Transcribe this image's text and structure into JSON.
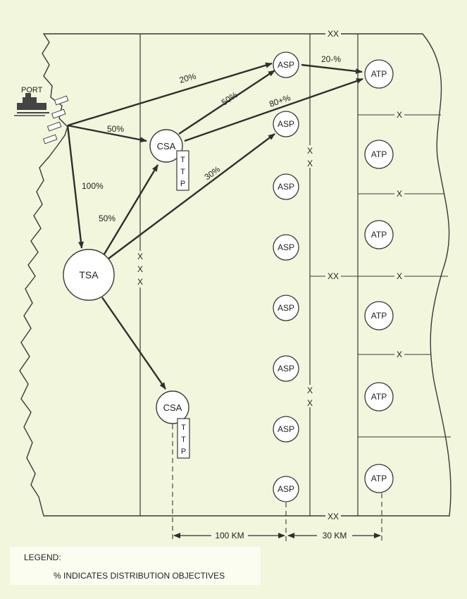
{
  "labels": {
    "port": "PORT",
    "tsa": "TSA",
    "csa": "CSA",
    "asp": "ASP",
    "atp": "ATP",
    "ttp_letters": [
      "T",
      "T",
      "P"
    ],
    "xx": "XX",
    "x": "X"
  },
  "flows": {
    "port_to_asp": "20%",
    "port_to_csa": "50%",
    "port_to_tsa": "100%",
    "tsa_to_csa": "50%",
    "tsa_to_asp": "30%",
    "csa_to_asp": "50%",
    "csa_to_atp": "80+%",
    "asp_to_atp": "20-%"
  },
  "distances": {
    "left": "100 KM",
    "right": "30 KM"
  },
  "legend": {
    "title": "LEGEND:",
    "text": "% INDICATES DISTRIBUTION OBJECTIVES"
  },
  "colors": {
    "background": "#f1f6dc",
    "line": "#3a3a3a",
    "node_fill": "#ffffff"
  }
}
